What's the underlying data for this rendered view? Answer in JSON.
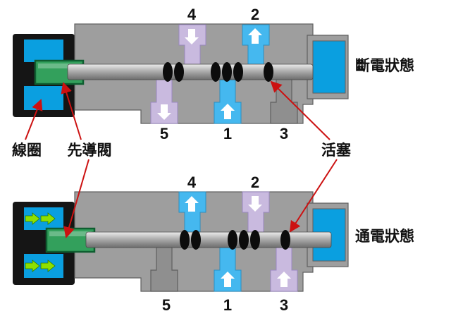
{
  "top_valve": {
    "state_label": "斷電狀態",
    "ports": {
      "p4": "4",
      "p2": "2",
      "p5": "5",
      "p1": "1",
      "p3": "3"
    }
  },
  "bottom_valve": {
    "state_label": "通電狀態",
    "ports": {
      "p4": "4",
      "p2": "2",
      "p5": "5",
      "p1": "1",
      "p3": "3"
    }
  },
  "callouts": {
    "coil": "線圈",
    "pilot_valve": "先導閥",
    "piston": "活塞"
  },
  "colors": {
    "background": "#ffffff",
    "housing_black": "#151515",
    "coil_blue": "#0a9fe0",
    "pilot_green": "#33a05c",
    "pilot_stroke": "#0e5e30",
    "body_gray": "#9e9e9e",
    "body_stroke": "#5f5f5f",
    "channel_purple": "#c9badf",
    "channel_purple_stroke": "#9a88c0",
    "channel_blue": "#45b8ef",
    "channel_blue_stroke": "#2a8fc0",
    "arrow_white": "#ffffff",
    "seal_black": "#0c0c0c",
    "leader_red": "#cc1111",
    "energize_green": "#8ee000",
    "text_black": "#111111"
  }
}
